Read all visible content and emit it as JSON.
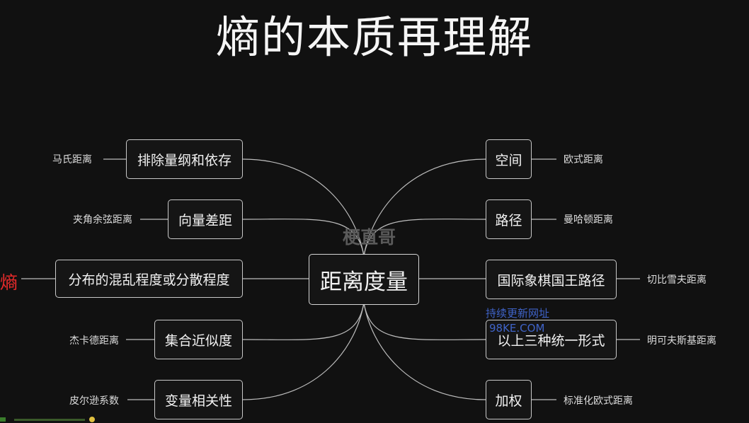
{
  "title": "熵的本质再理解",
  "center": "距离度量",
  "left_branches": [
    {
      "label": "排除量纲和依存",
      "leaf": "马氏距离"
    },
    {
      "label": "向量差距",
      "leaf": "夹角余弦距离"
    },
    {
      "label": "分布的混乱程度或分散程度",
      "leaf": "熵"
    },
    {
      "label": "集合近似度",
      "leaf": "杰卡德距离"
    },
    {
      "label": "变量相关性",
      "leaf": "皮尔逊系数"
    }
  ],
  "right_branches": [
    {
      "label": "空间",
      "leaf": "欧式距离"
    },
    {
      "label": "路径",
      "leaf": "曼哈顿距离"
    },
    {
      "label": "国际象棋国王路径",
      "leaf": "切比雪夫距离"
    },
    {
      "label": "以上三种统一形式",
      "leaf": "明可夫斯基距离"
    },
    {
      "label": "加权",
      "leaf": "标准化欧式距离"
    }
  ],
  "watermarks": {
    "author": "梗直哥",
    "update_text": "持续更新网址",
    "site": "98KE.COM"
  },
  "colors": {
    "background": "#111111",
    "line": "#bdbdbd",
    "highlight": "#e52a2a",
    "watermark_blue": "#3f63c8"
  }
}
